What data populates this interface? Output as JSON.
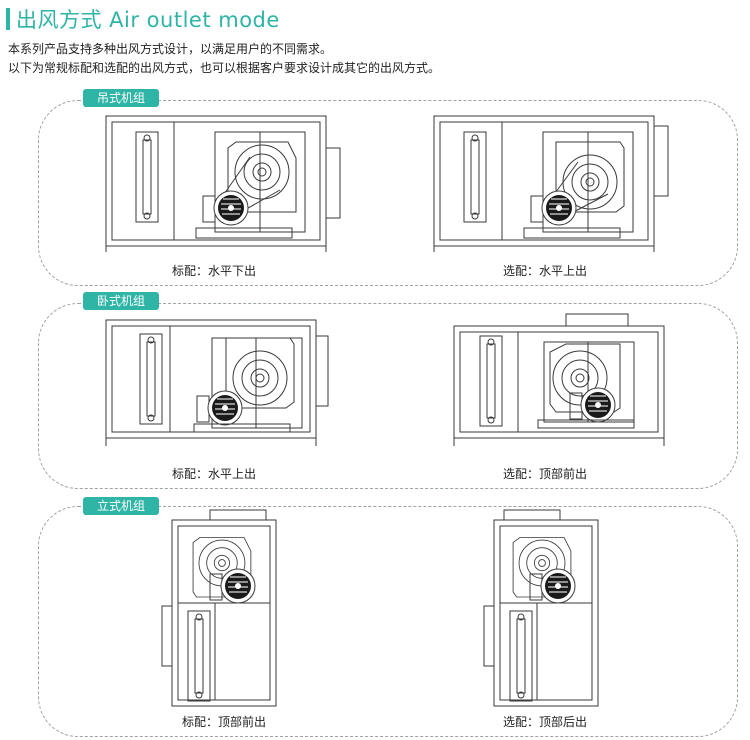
{
  "header": {
    "title": "出风方式 Air outlet mode",
    "intro_line1": "本系列产品支持多种出风方式设计，以满足用户的不同需求。",
    "intro_line2": "以下为常规标配和选配的出风方式，也可以根据客户要求设计成其它的出风方式。"
  },
  "sections": [
    {
      "label": "吊式机组",
      "units": [
        {
          "caption": "标配：水平下出"
        },
        {
          "caption": "选配：水平上出"
        }
      ]
    },
    {
      "label": "卧式机组",
      "units": [
        {
          "caption": "标配：水平上出"
        },
        {
          "caption": "选配：顶部前出"
        }
      ]
    },
    {
      "label": "立式机组",
      "units": [
        {
          "caption": "标配：顶部前出"
        },
        {
          "caption": "选配：顶部后出"
        }
      ]
    }
  ],
  "colors": {
    "accent": "#2eb5a6",
    "line": "#3a3a3a",
    "dashed": "#9aa3a8"
  }
}
